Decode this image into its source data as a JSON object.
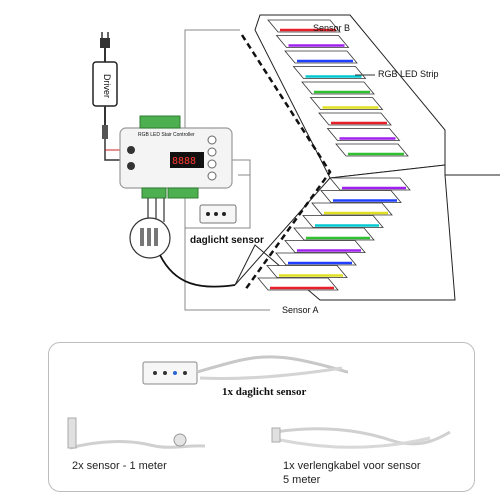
{
  "diagram": {
    "labels": {
      "driver": "Driver",
      "controller_title": "RGB LED Stair Controller",
      "sensor_b": "Sensor B",
      "sensor_a": "Sensor A",
      "rgb_strip": "RGB LED Strip",
      "daylight_sensor": "daglicht sensor"
    },
    "display_value": "8888",
    "step_colors_upper": [
      "#e8202a",
      "#a020f0",
      "#2040ff",
      "#00c8d0",
      "#30c030",
      "#e0e020",
      "#e8202a",
      "#a020f0",
      "#30c030"
    ],
    "step_colors_lower": [
      "#a020f0",
      "#2040ff",
      "#e0e020",
      "#00c8d0",
      "#30c030",
      "#a020f0",
      "#2040ff",
      "#e0e020",
      "#e8202a"
    ]
  },
  "package": {
    "daylight_sensor_caption": "1x daglicht sensor",
    "sensor_caption": "2x sensor - 1 meter",
    "extension_caption_line1": "1x verlengkabel voor sensor",
    "extension_caption_line2": "5 meter"
  }
}
